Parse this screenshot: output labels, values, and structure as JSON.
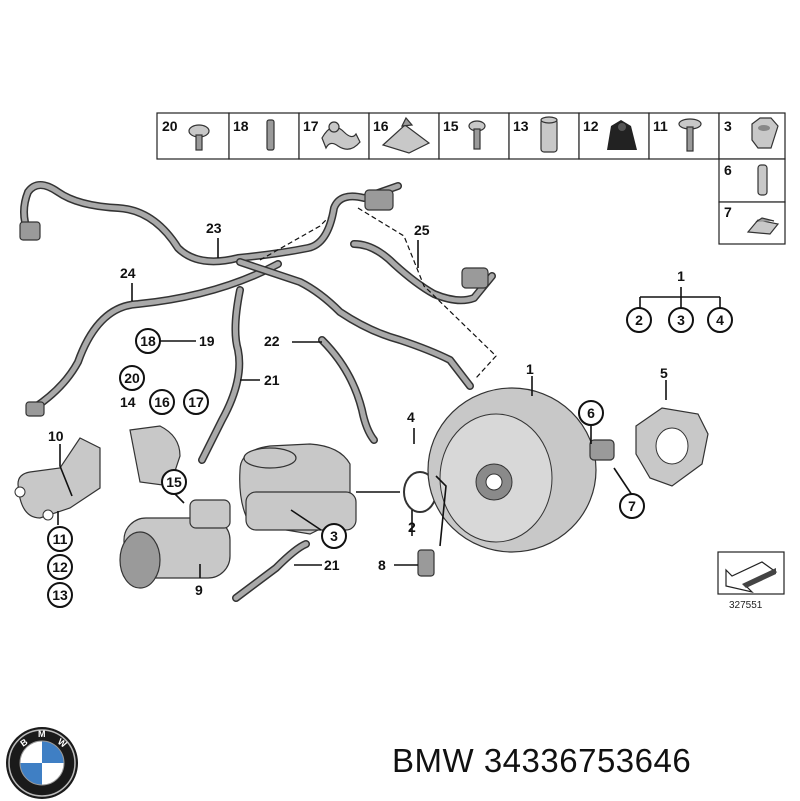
{
  "catalog_number": "327551",
  "footer": {
    "brand": "BMW",
    "part_number": "34336753646"
  },
  "logo": {
    "name": "bmw-roundel-logo",
    "letters": [
      "B",
      "M",
      "W"
    ]
  },
  "inset_parts": [
    "20",
    "18",
    "17",
    "16",
    "15",
    "13",
    "12",
    "11",
    "3",
    "6",
    "7"
  ],
  "callouts": {
    "c1": "1",
    "c2": "2",
    "c3": "3",
    "c4": "4",
    "c5": "5",
    "c6": "6",
    "c7": "7",
    "c8": "8",
    "c9": "9",
    "c10": "10",
    "c11": "11",
    "c12": "12",
    "c13": "13",
    "c14": "14",
    "c15": "15",
    "c16": "16",
    "c17": "17",
    "c18": "18",
    "c19": "19",
    "c20": "20",
    "c21a": "21",
    "c21b": "21",
    "c22": "22",
    "c23": "23",
    "c24": "24",
    "c25": "25",
    "c3b": "3",
    "c4b": "4"
  },
  "tree": {
    "root": "1",
    "children": [
      "2",
      "3",
      "4"
    ]
  }
}
